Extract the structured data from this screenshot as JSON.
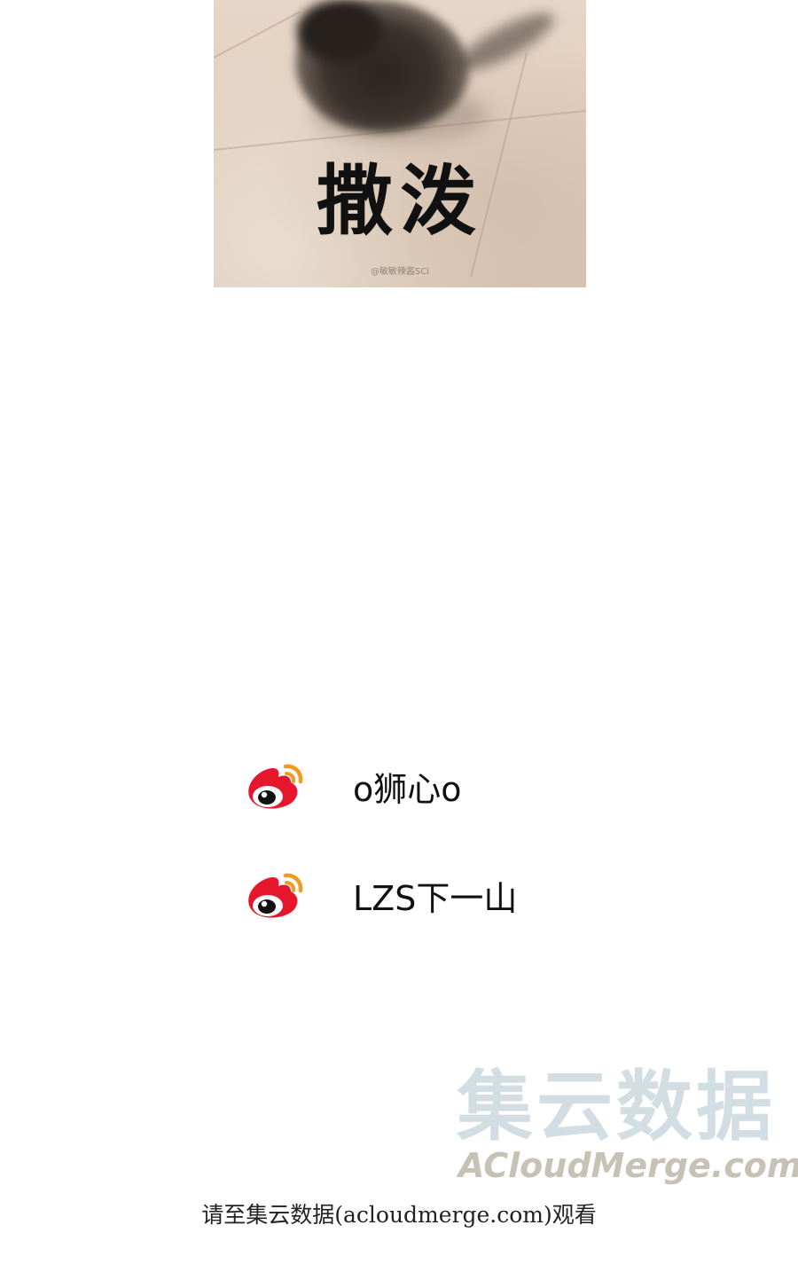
{
  "meme": {
    "caption": "撒泼",
    "watermark": "@敏敏辣酱SCi"
  },
  "credits": [
    {
      "icon": "weibo-icon",
      "name": "o狮心o"
    },
    {
      "icon": "weibo-icon",
      "name": "LZS下一山"
    }
  ],
  "watermark_logo": {
    "chinese": "集云数据",
    "english": "ACloudMerge.com"
  },
  "footer": {
    "text": "请至集云数据(acloudmerge.com)观看"
  },
  "colors": {
    "weibo_red": "#e6162d",
    "weibo_orange": "#f39a1f",
    "logo_blue": "#d2dde4",
    "logo_tan": "#c8c2b6"
  }
}
